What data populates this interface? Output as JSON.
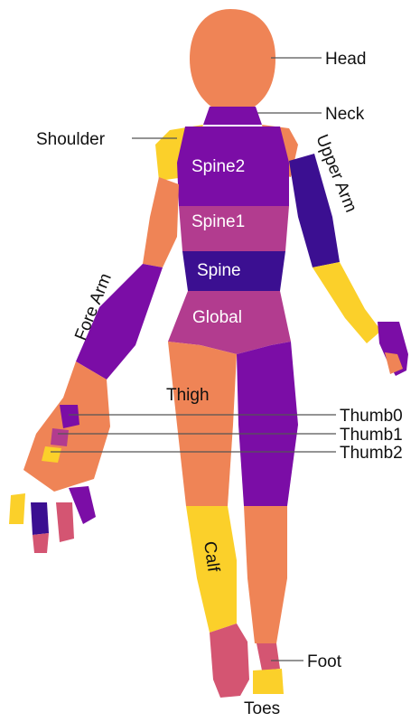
{
  "colors": {
    "orange": "#ef8456",
    "yellow": "#fbd02a",
    "purple": "#7b0da6",
    "darkblue": "#3b0f91",
    "magenta": "#b23c8f",
    "pink": "#d45572"
  },
  "labels": {
    "head": "Head",
    "neck": "Neck",
    "shoulder": "Shoulder",
    "upper_arm": "Upper Arm",
    "fore_arm": "Fore Arm",
    "spine2": "Spine2",
    "spine1": "Spine1",
    "spine": "Spine",
    "global": "Global",
    "thigh": "Thigh",
    "thumb0": "Thumb0",
    "thumb1": "Thumb1",
    "thumb2": "Thumb2",
    "calf": "Calf",
    "foot": "Foot",
    "toes": "Toes"
  }
}
